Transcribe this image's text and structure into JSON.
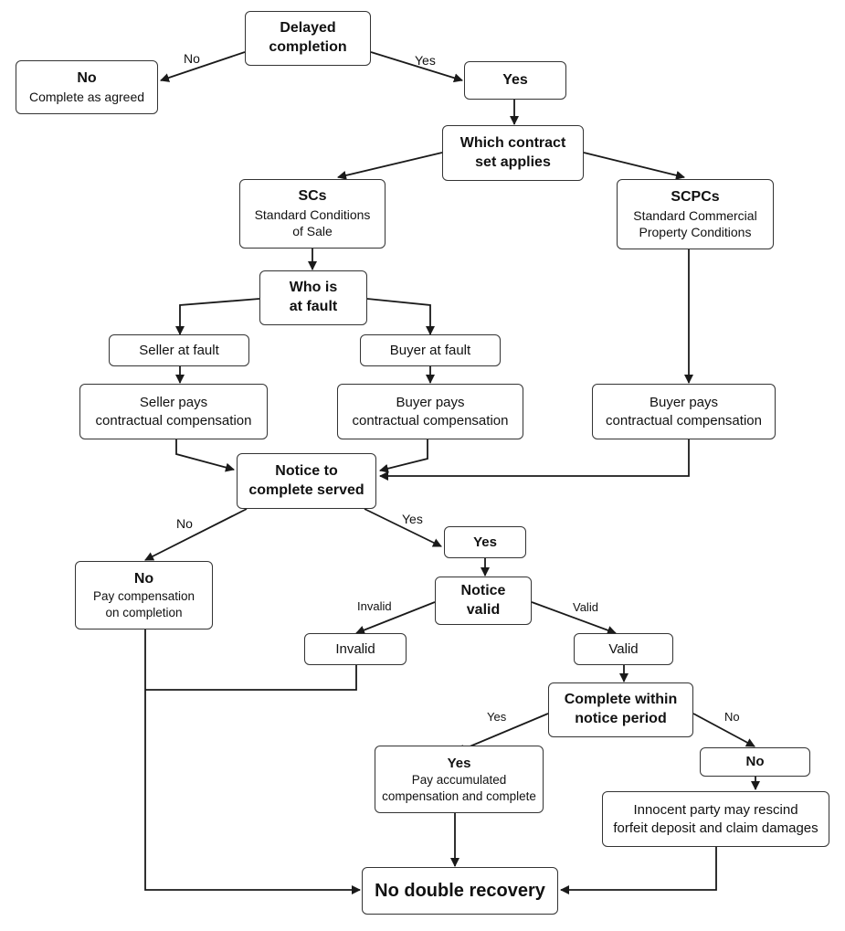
{
  "nodes": {
    "delayed": {
      "l1": "Delayed",
      "l2": "completion"
    },
    "no_top": {
      "title": "No",
      "sub": "Complete as agreed"
    },
    "yes_top": {
      "title": "Yes"
    },
    "which": {
      "l1": "Which contract",
      "l2": "set applies"
    },
    "scs": {
      "title": "SCs",
      "sub1": "Standard Conditions",
      "sub2": "of Sale"
    },
    "scpcs": {
      "title": "SCPCs",
      "sub1": "Standard Commercial",
      "sub2": "Property Conditions"
    },
    "who": {
      "l1": "Who is",
      "l2": "at fault"
    },
    "seller_fault": {
      "text": "Seller at fault"
    },
    "buyer_fault": {
      "text": "Buyer at fault"
    },
    "seller_pays": {
      "l1": "Seller pays",
      "l2": "contractual compensation"
    },
    "buyer_pays": {
      "l1": "Buyer pays",
      "l2": "contractual compensation"
    },
    "buyer_pays_right": {
      "l1": "Buyer pays",
      "l2": "contractual compensation"
    },
    "notice": {
      "l1": "Notice to",
      "l2": "complete served"
    },
    "no_pay": {
      "title": "No",
      "sub1": "Pay compensation",
      "sub2": "on completion"
    },
    "yes_notice": {
      "title": "Yes"
    },
    "valid_q": {
      "l1": "Notice",
      "l2": "valid"
    },
    "invalid": {
      "text": "Invalid"
    },
    "valid": {
      "text": "Valid"
    },
    "complete_within": {
      "l1": "Complete within",
      "l2": "notice period"
    },
    "yes_pay": {
      "title": "Yes",
      "sub1": "Pay accumulated",
      "sub2": "compensation and complete"
    },
    "no_final": {
      "title": "No"
    },
    "innocent": {
      "l1": "Innocent party may rescind",
      "l2": "forfeit deposit and claim damages"
    },
    "no_double": {
      "text": "No double recovery"
    }
  },
  "edge_labels": {
    "delayed_no": "No",
    "delayed_yes": "Yes",
    "notice_no": "No",
    "notice_yes": "Yes",
    "valid_invalid": "Invalid",
    "valid_valid": "Valid",
    "within_yes": "Yes",
    "within_no": "No"
  },
  "colors": {
    "line": "#1a1a1a",
    "border": "#333333"
  }
}
